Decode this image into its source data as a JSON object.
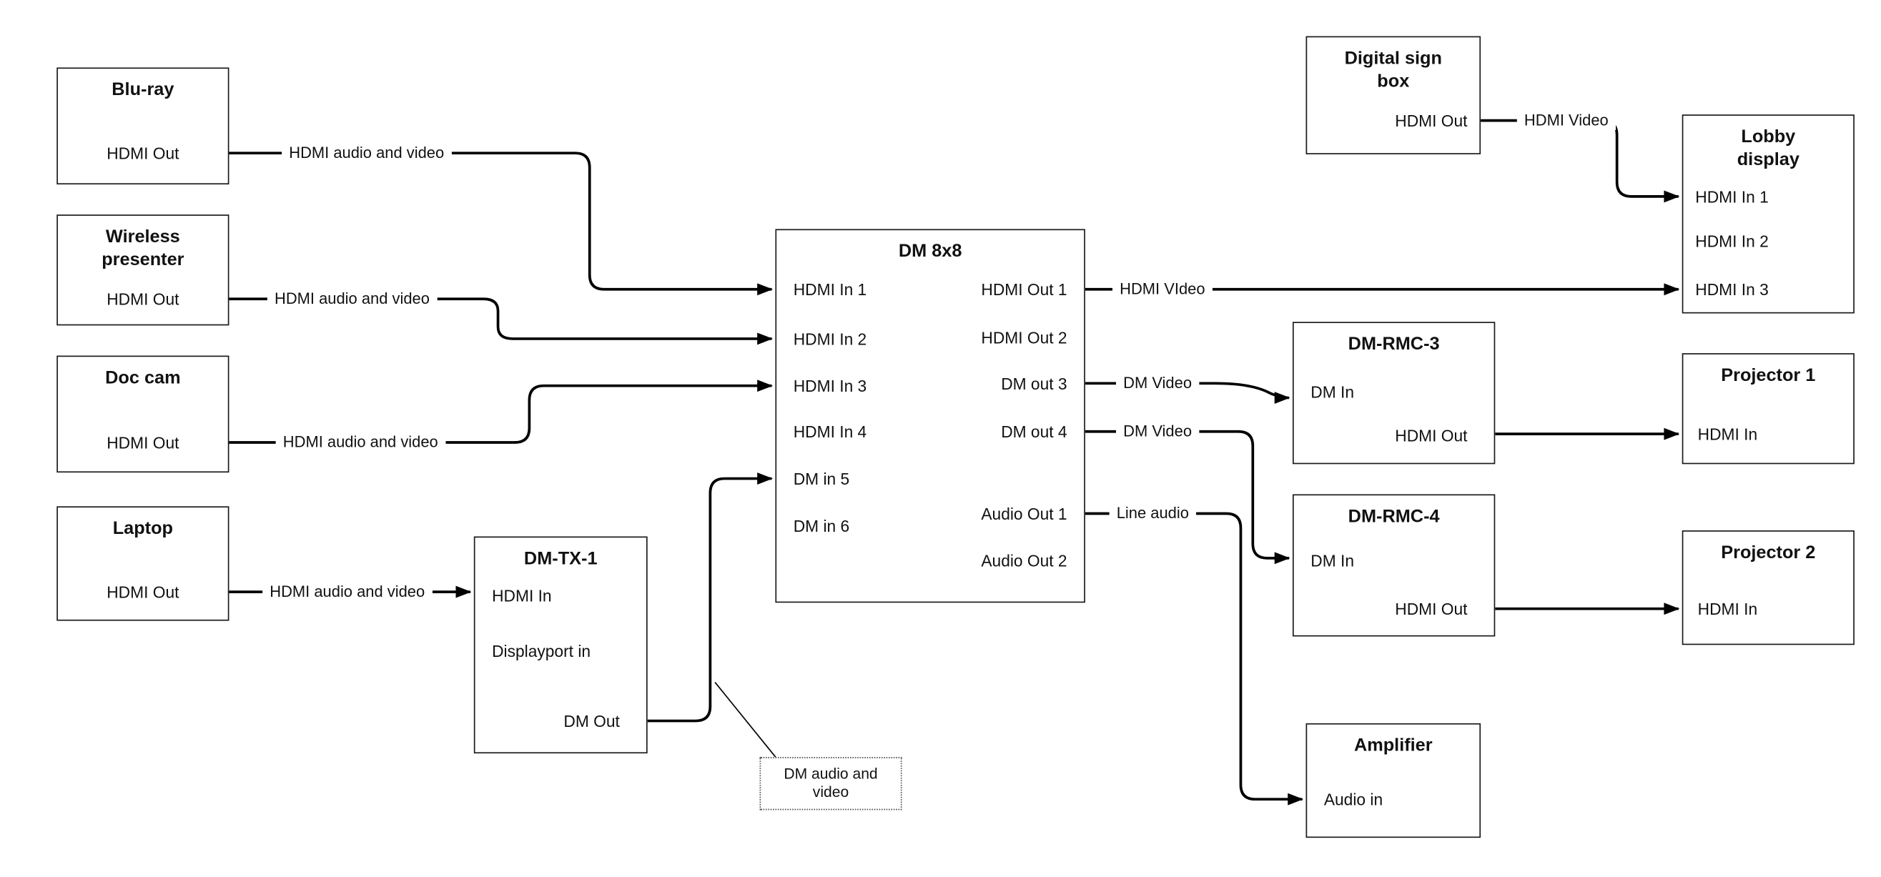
{
  "nodes": {
    "bluray": {
      "title": "Blu-ray",
      "port_out": "HDMI Out"
    },
    "wireless": {
      "title": "Wireless presenter",
      "port_out": "HDMI Out"
    },
    "doccam": {
      "title": "Doc cam",
      "port_out": "HDMI Out"
    },
    "laptop": {
      "title": "Laptop",
      "port_out": "HDMI Out"
    },
    "dmtx1": {
      "title": "DM-TX-1",
      "port_hdmi_in": "HDMI In",
      "port_dp_in": "Displayport in",
      "port_dm_out": "DM Out"
    },
    "dm8x8": {
      "title": "DM 8x8",
      "inputs": [
        "HDMI In 1",
        "HDMI In 2",
        "HDMI In 3",
        "HDMI In 4",
        "DM in 5",
        "DM in 6"
      ],
      "outputs": [
        "HDMI Out 1",
        "HDMI Out 2",
        "DM out 3",
        "DM out 4",
        "Audio Out 1",
        "Audio Out 2"
      ]
    },
    "signbox": {
      "title": "Digital sign box",
      "port_out": "HDMI Out"
    },
    "lobby": {
      "title": "Lobby display",
      "inputs": [
        "HDMI In 1",
        "HDMI In 2",
        "HDMI In 3"
      ]
    },
    "rmc3": {
      "title": "DM-RMC-3",
      "port_in": "DM In",
      "port_out": "HDMI Out"
    },
    "proj1": {
      "title": "Projector 1",
      "port_in": "HDMI In"
    },
    "rmc4": {
      "title": "DM-RMC-4",
      "port_in": "DM In",
      "port_out": "HDMI Out"
    },
    "proj2": {
      "title": "Projector 2",
      "port_in": "HDMI In"
    },
    "amp": {
      "title": "Amplifier",
      "port_in": "Audio in"
    }
  },
  "edge_labels": {
    "bluray_dm": "HDMI audio and video",
    "wireless_dm": "HDMI audio and video",
    "doccam_dm": "HDMI audio and video",
    "laptop_tx": "HDMI audio and video",
    "dm_lobby": "HDMI VIdeo",
    "sign_lobby": "HDMI Video",
    "dm_rmc3": "DM Video",
    "dm_rmc4": "DM Video",
    "dm_amp": "Line audio"
  },
  "callout": {
    "text": "DM audio and video"
  },
  "colors": {
    "line": "#000000",
    "box_border": "#1a1a1a",
    "background": "#ffffff"
  }
}
